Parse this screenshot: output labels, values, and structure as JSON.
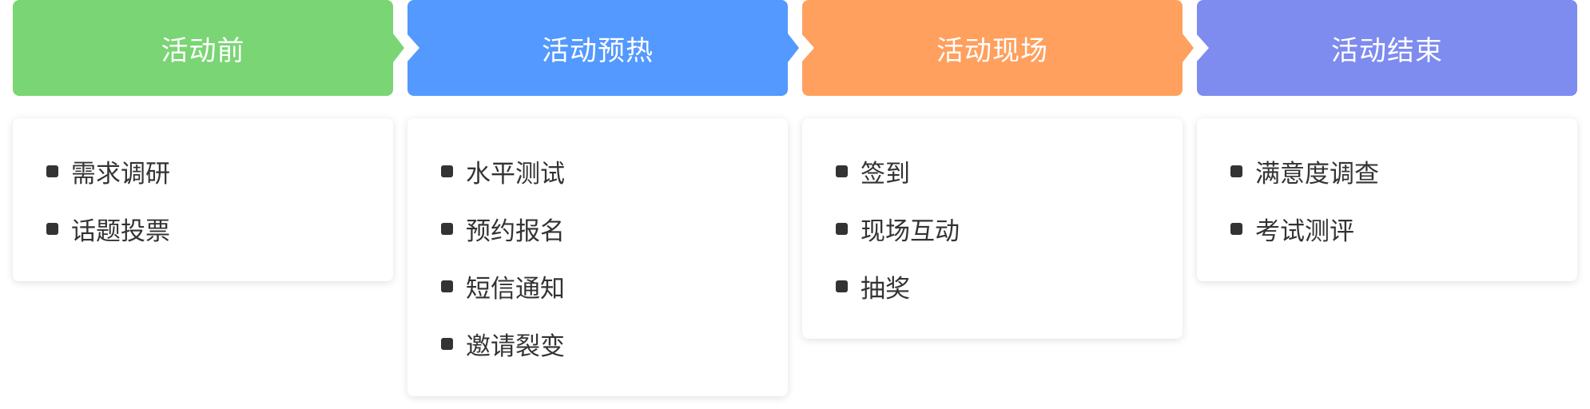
{
  "stages": [
    {
      "title": "活动前",
      "color": "#7ad574",
      "items": [
        "需求调研",
        "话题投票"
      ]
    },
    {
      "title": "活动预热",
      "color": "#5399ff",
      "items": [
        "水平测试",
        "预约报名",
        "短信通知",
        "邀请裂变"
      ]
    },
    {
      "title": "活动现场",
      "color": "#ffa05e",
      "items": [
        "签到",
        "现场互动",
        "抽奖"
      ]
    },
    {
      "title": "活动结束",
      "color": "#7e8bef",
      "items": [
        "满意度调查",
        "考试测评"
      ]
    }
  ]
}
